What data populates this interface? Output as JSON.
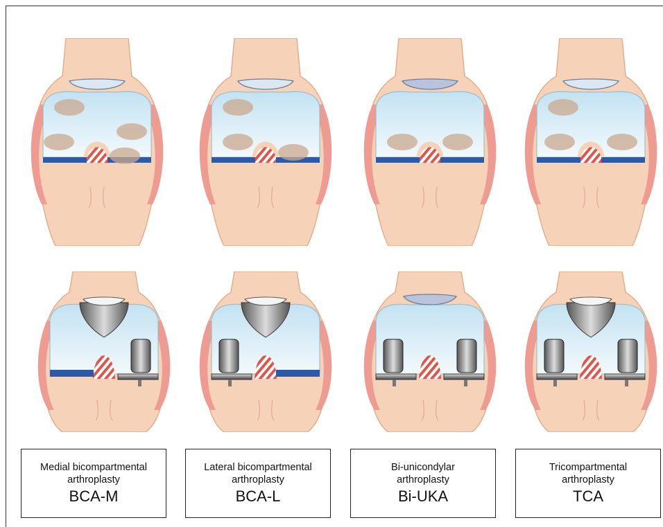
{
  "panels": [
    {
      "name_line1": "Medial bicompartmental",
      "name_line2": "arthroplasty",
      "abbr": "BCA-M"
    },
    {
      "name_line1": "Lateral bicompartmental",
      "name_line2": "arthroplasty",
      "abbr": "BCA-L"
    },
    {
      "name_line1": "Bi-unicondylar",
      "name_line2": "arthroplasty",
      "abbr": "Bi-UKA"
    },
    {
      "name_line1": "Tricompartmental",
      "name_line2": "arthroplasty",
      "abbr": "TCA"
    }
  ],
  "colors": {
    "bone": "#f6d3b8",
    "bone_outline": "#e3ad8c",
    "soft_tissue": "#ee9c92",
    "cartilage": "#d8edf6",
    "meniscus": "#2d5aa8",
    "ligament": "#e0544a",
    "lesion": "#c9a88e",
    "implant_dark": "#555555",
    "implant_light": "#dcdcdc",
    "patella_implant": "#b9c3dc"
  },
  "icons": {
    "diseased_knee": "knee-osteoarthritis-illustration",
    "replaced_knee": "knee-implant-illustration"
  }
}
